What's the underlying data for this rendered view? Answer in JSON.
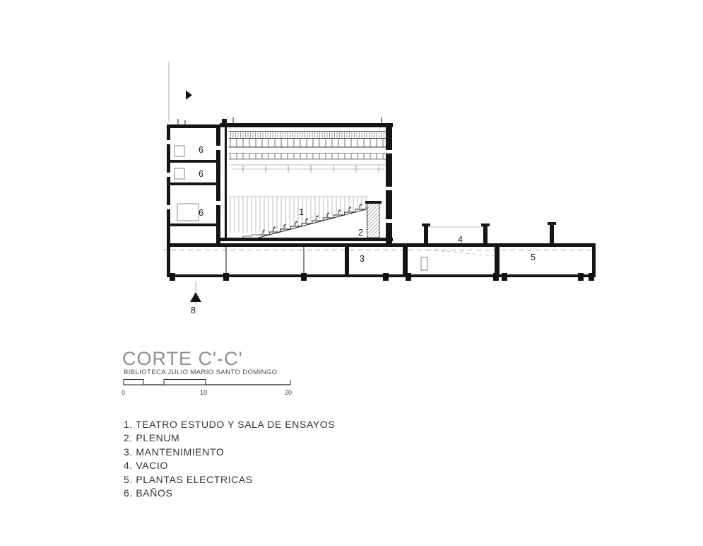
{
  "title_block": {
    "title": "CORTE C'-C'",
    "subtitle": "BIBLIOTECA JULIO MARIO SANTO DOMINGO",
    "scale_labels": {
      "zero": "0",
      "ten": "10",
      "twenty": "20"
    }
  },
  "legend": {
    "items": [
      "1. TEATRO ESTUDO Y SALA DE ENSAYOS",
      "2. PLENUM",
      "3. MANTENIMIENTO",
      "4. VACIO",
      "5. PLANTAS ELECTRICAS",
      "6. BAÑOS"
    ]
  },
  "drawing": {
    "room_labels": {
      "theater": "1",
      "plenum": "2",
      "mantenimiento": "3",
      "vacio": "4",
      "plantas_electricas": "5",
      "banos_level3": "6",
      "banos_level2": "6",
      "banos_level1": "6"
    },
    "grid_marker": "8",
    "colors": {
      "line": "#151515",
      "title_gray": "#8f8f8f"
    }
  }
}
